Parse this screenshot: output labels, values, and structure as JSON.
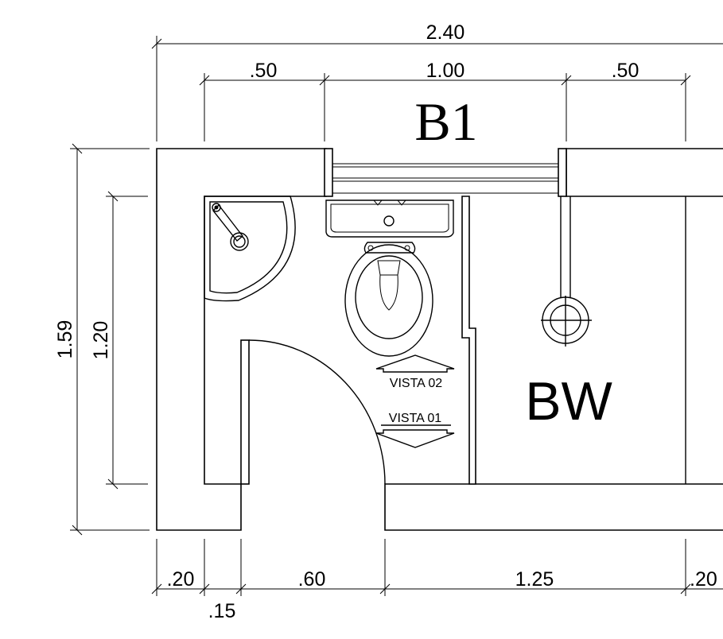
{
  "room_labels": {
    "b1": "B1",
    "bw": "BW"
  },
  "views": {
    "vista_02": "VISTA 02",
    "vista_01": "VISTA 01"
  },
  "dimensions": {
    "top_total": "2.40",
    "top_left": ".50",
    "top_center": "1.00",
    "top_right": ".50",
    "left_outer": "1.59",
    "left_inner": "1.20",
    "bottom_wall_left": ".20",
    "bottom_door": ".60",
    "bottom_center": "1.25",
    "bottom_wall_right": ".20",
    "bottom_jamb": ".15"
  }
}
